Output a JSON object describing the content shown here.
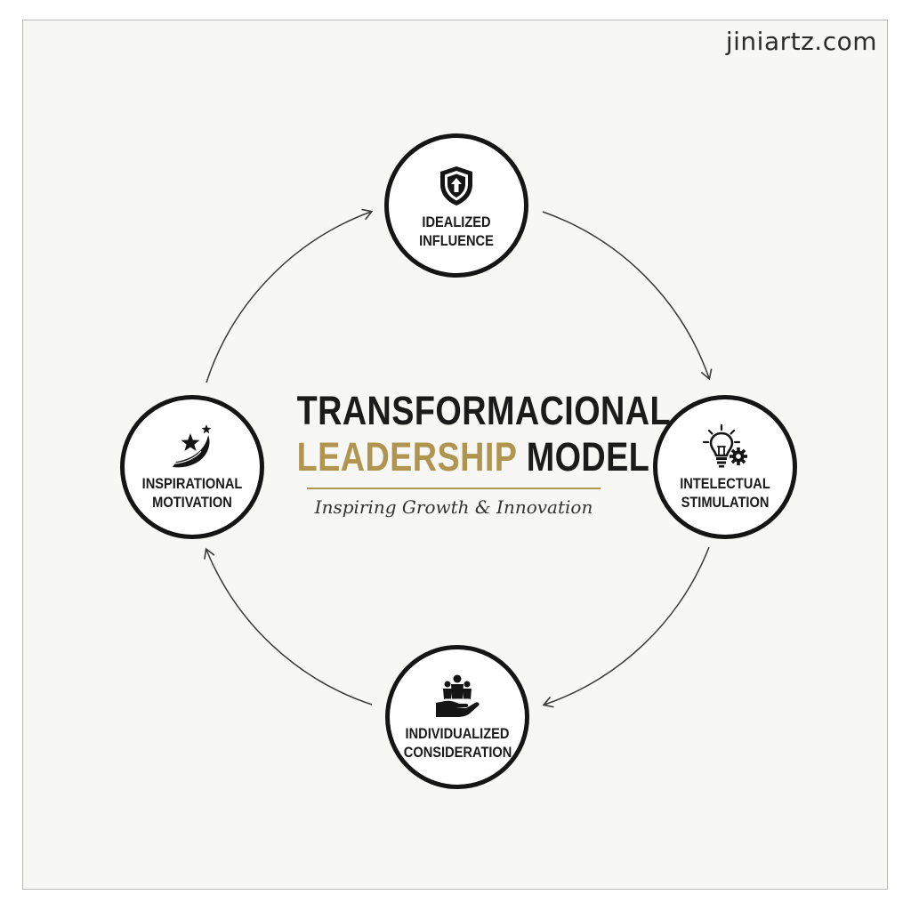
{
  "watermark": "jiniartz.com",
  "title": {
    "line1": "TRANSFORMACIONAL",
    "line2_accent": "LEADERSHIP",
    "line2_rest": "MODEL",
    "tagline": "Inspiring Growth & Innovation"
  },
  "nodes": [
    {
      "label_line1": "IDEALIZED",
      "label_line2": "INFLUENCE",
      "icon": "shield-arrow-icon"
    },
    {
      "label_line1": "INTELECTUAL",
      "label_line2": "STIMULATION",
      "icon": "lightbulb-gear-icon"
    },
    {
      "label_line1": "INDIVIDUALIZED",
      "label_line2": "CONSIDERATION",
      "icon": "hand-people-icon"
    },
    {
      "label_line1": "INSPIRATIONAL",
      "label_line2": "MOTIVATION",
      "icon": "shooting-star-icon"
    }
  ],
  "colors": {
    "accent": "#b09550",
    "ink": "#151515",
    "background": "#f7f7f6"
  }
}
